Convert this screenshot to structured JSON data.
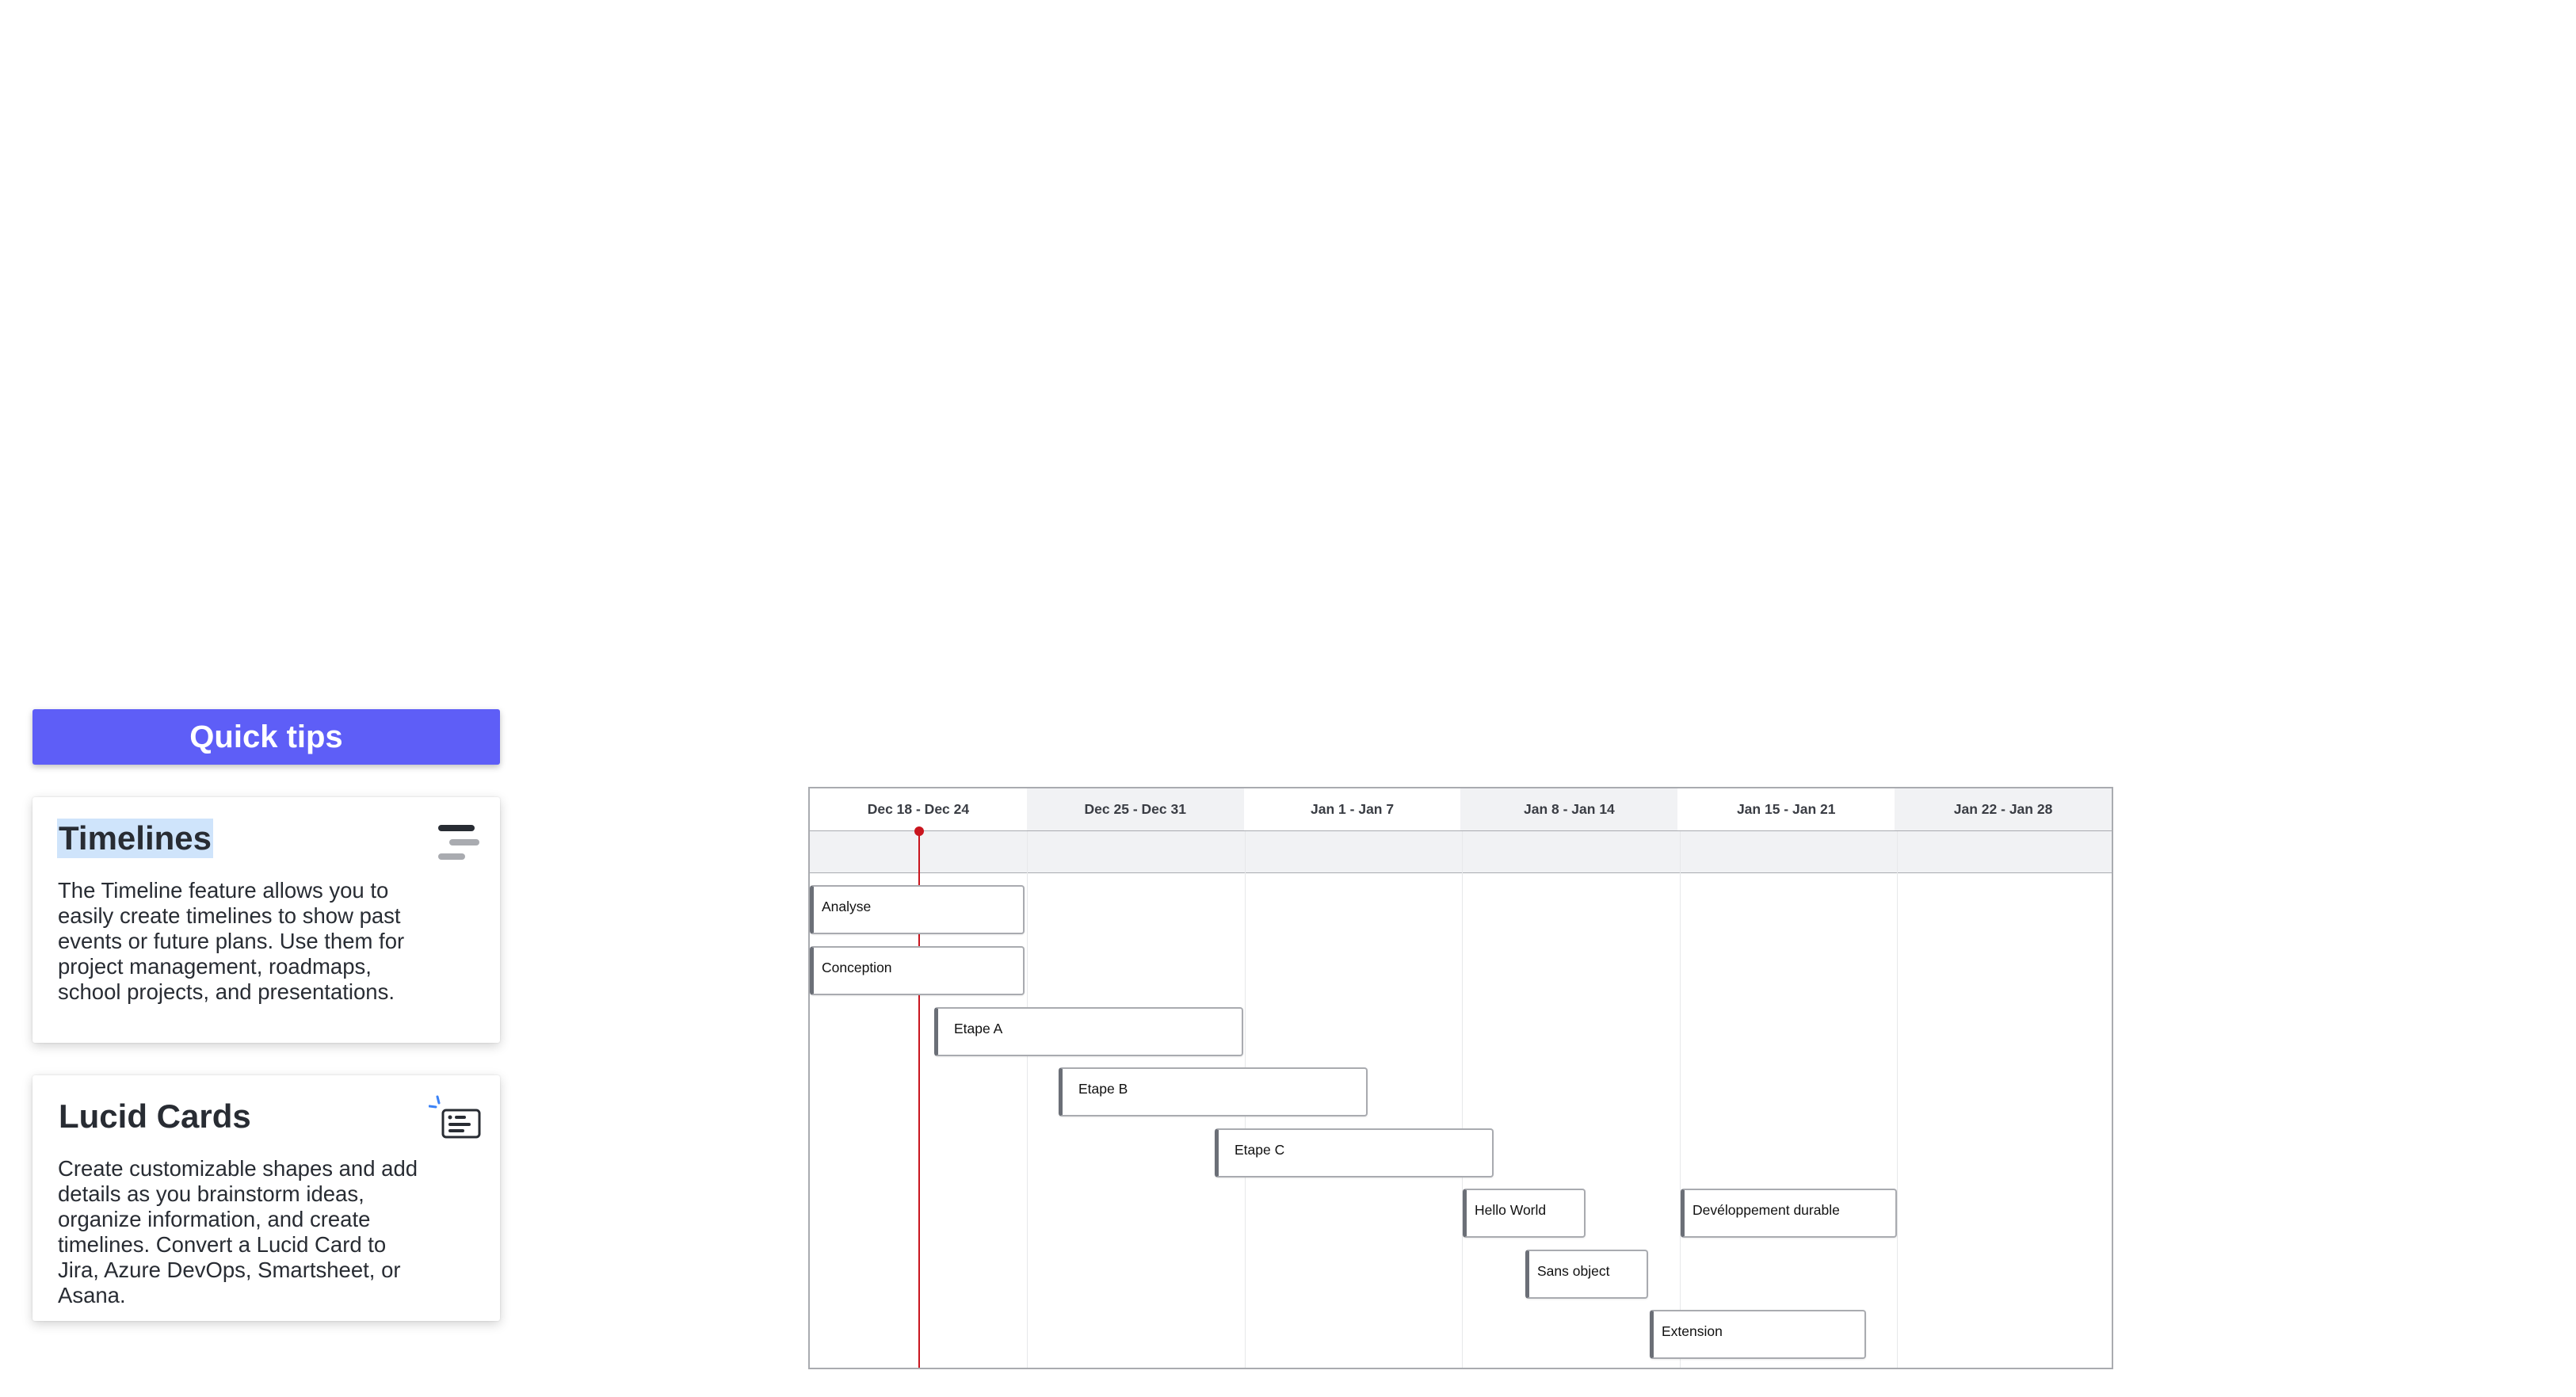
{
  "quick_tips": {
    "header": "Quick tips",
    "cards": [
      {
        "title": "Timelines",
        "body": "The Timeline feature allows you to easily create timelines to show past events or future plans. Use them for project management, roadmaps, school projects, and presentations.",
        "icon": "timeline-icon"
      },
      {
        "title": "Lucid Cards",
        "body": "Create customizable shapes and add details as you brainstorm ideas, organize information, and create timelines. Convert a Lucid Card to Jira, Azure DevOps, Smartsheet, or Asana.",
        "icon": "lucid-card-icon"
      }
    ]
  },
  "timeline": {
    "columns": [
      "Dec 18 - Dec 24",
      "Dec 25 - Dec 31",
      "Jan 1 - Jan 7",
      "Jan 8 - Jan 14",
      "Jan 15 - Jan 21",
      "Jan 22 - Jan 28"
    ],
    "tasks": [
      "Analyse",
      "Conception",
      "Etape A",
      "Etape B",
      "Etape C",
      "Hello World",
      "Devéloppement durable",
      "Sans object",
      "Extension"
    ],
    "today_marker_color": "#c9151e"
  },
  "colors": {
    "accent": "#5e5ef7",
    "highlight": "#cfe4fb"
  }
}
